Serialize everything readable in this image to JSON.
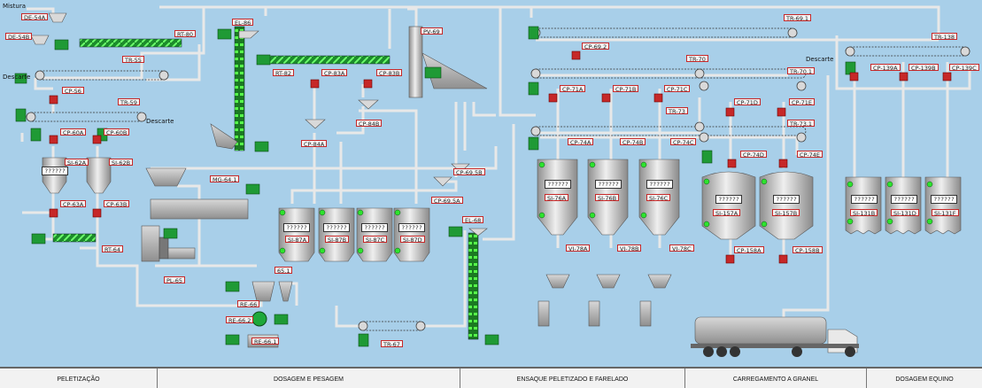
{
  "labels": {
    "mistura": "Mistura",
    "descarte1": "Descarte",
    "descarte2": "Descarte",
    "descarte3": "Descarte"
  },
  "tags": {
    "de54a": "DE-54A",
    "de54b": "DE-54B",
    "rt80": "RT-80",
    "tr55": "TR-55",
    "cp56": "CP-56",
    "tr59": "TR-59",
    "cp60a": "CP-60A",
    "cp60b": "CP-60B",
    "si62a": "SI-62A",
    "si62b": "SI-62B",
    "cp63a": "CP-63A",
    "cp63b": "CP-63B",
    "rt64": "RT-64",
    "el86": "EL-86",
    "rt82": "RT-82",
    "cp83a": "CP-83A",
    "cp83b": "CP-83B",
    "cp84b": "CP-84B",
    "cp84a": "CP-84A",
    "mg641": "MG-64.1",
    "pl65": "PL-65",
    "pv69": "PV-69",
    "cp695b": "CP-69.5B",
    "cp695a": "CP-69.5A",
    "si87a": "SI-87A",
    "si87b": "SI-87B",
    "si87c": "SI-87C",
    "si87d": "SI-87D",
    "t651": "65.1",
    "re66": "RE-66",
    "re662": "RE-66.2",
    "re661": "RE-66.1",
    "el68": "EL-68",
    "tr67": "TR-67",
    "cp692": "CP-69.2",
    "tr691": "TR-69.1",
    "tr70": "TR-70",
    "cp71a": "CP-71A",
    "cp71b": "CP-71B",
    "cp71c": "CP-71C",
    "tr73": "TR-73",
    "cp74a": "CP-74A",
    "cp74b": "CP-74B",
    "cp74c": "CP-74C",
    "si76a": "SI-76A",
    "si76b": "SI-76B",
    "si76c": "SI-76C",
    "vi78a": "VI-78A",
    "vi78b": "VI-78B",
    "vi78c": "VI-78C",
    "tr701": "TR-70.1",
    "cp71d": "CP-71D",
    "cp71e": "CP-71E",
    "tr731": "TR-73.1",
    "cp74d": "CP-74D",
    "cp74e": "CP-74E",
    "si157a": "SI-157A",
    "si157b": "SI-157B",
    "cp158a": "CP-158A",
    "cp158b": "CP-158B",
    "tr138": "TR-138",
    "cp139a": "CP-139A",
    "cp139b": "CP-139B",
    "cp139c": "CP-139C",
    "si131b": "SI-131B",
    "si131d": "SI-131D",
    "si131f": "SI-131F"
  },
  "placeholder": "??????",
  "tabs": [
    {
      "label": "PELETIZAÇÃO"
    },
    {
      "label": "DOSAGEM E PESAGEM"
    },
    {
      "label": "ENSAQUE PELETIZADO E FARELADO"
    },
    {
      "label": "CARREGAMENTO A GRANEL"
    },
    {
      "label": "DOSAGEM EQUINO"
    }
  ],
  "colors": {
    "background": "#a8cfe9",
    "pipe": "#e6e6e6",
    "motor": "#1f9a35",
    "valve": "#c62828",
    "tank": "#b8b8b8"
  }
}
